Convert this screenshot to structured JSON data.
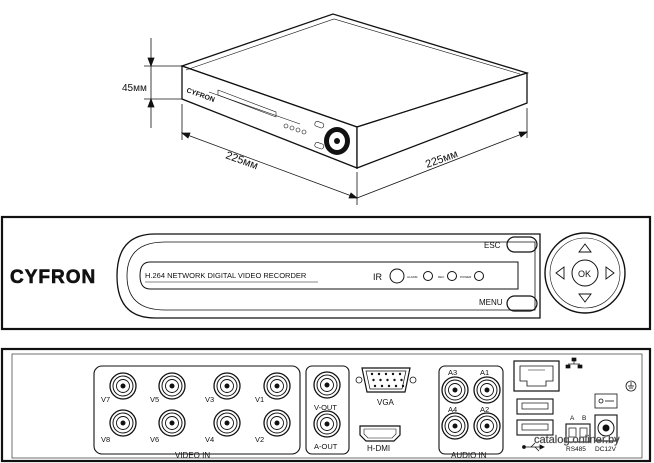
{
  "dimensions": {
    "height": "45мм",
    "width": "225мм",
    "depth": "225мм"
  },
  "brand": {
    "logo_text": "CYFRON",
    "top_logo_text": "CYFRON"
  },
  "front_panel": {
    "model_text": "H.264 NETWORK DIGITAL VIDEO RECORDER",
    "ir_label": "IR",
    "led_labels": [
      "ALARM",
      "REC",
      "POWER"
    ],
    "esc_label": "ESC",
    "menu_label": "MENU",
    "ok_label": "OK"
  },
  "rear_panel": {
    "video_in_label": "VIDEO IN",
    "video_channels_top": [
      "V7",
      "V5",
      "V3",
      "V1"
    ],
    "video_channels_bottom": [
      "V8",
      "V6",
      "V4",
      "V2"
    ],
    "v_out_label": "V-OUT",
    "a_out_label": "A-OUT",
    "vga_label": "VGA",
    "hdmi_label": "H-DMI",
    "audio_in_label": "AUDIO IN",
    "audio_top": [
      "A3",
      "A1"
    ],
    "audio_bottom": [
      "A4",
      "A2"
    ],
    "rs485_label": "RS485",
    "rs485_pins": [
      "A",
      "B"
    ],
    "dc_label": "DC12V"
  },
  "watermark": "catalog.onliner.by"
}
